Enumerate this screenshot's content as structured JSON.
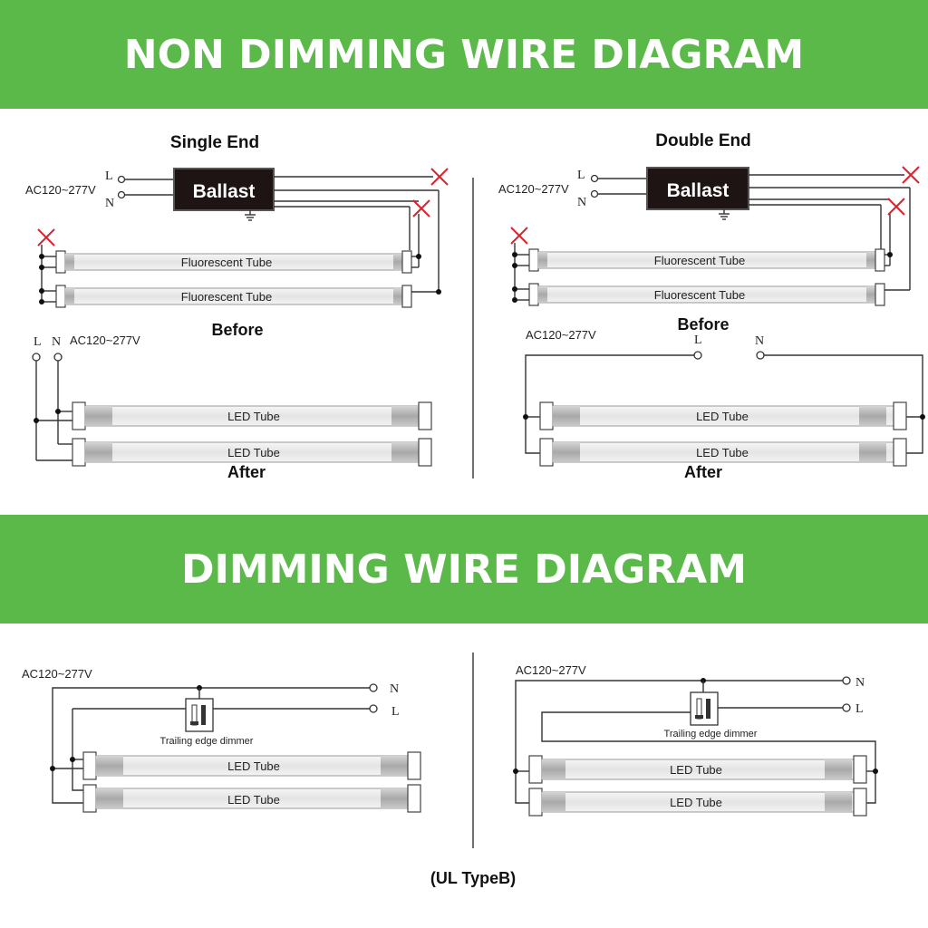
{
  "banners": {
    "non_dimming": "NON DIMMING WIRE DIAGRAM",
    "dimming": "DIMMING WIRE DIAGRAM"
  },
  "single_end": {
    "title": "Single End",
    "voltage": "AC120~277V",
    "line": "L",
    "neutral": "N",
    "ballast": "Ballast",
    "tube1": "Fluorescent Tube",
    "tube2": "Fluorescent Tube",
    "before": "Before",
    "after_line": "L",
    "after_neutral": "N",
    "after_voltage": "AC120~277V",
    "led1": "LED Tube",
    "led2": "LED Tube",
    "after": "After"
  },
  "double_end": {
    "title": "Double End",
    "voltage": "AC120~277V",
    "line": "L",
    "neutral": "N",
    "ballast": "Ballast",
    "tube1": "Fluorescent Tube",
    "tube2": "Fluorescent Tube",
    "before": "Before",
    "after_voltage": "AC120~277V",
    "after_line": "L",
    "after_neutral": "N",
    "led1": "LED Tube",
    "led2": "LED Tube",
    "after": "After"
  },
  "dim_left": {
    "voltage": "AC120~277V",
    "neutral": "N",
    "line": "L",
    "dimmer": "Trailing edge dimmer",
    "led1": "LED Tube",
    "led2": "LED Tube"
  },
  "dim_right": {
    "voltage": "AC120~277V",
    "neutral": "N",
    "line": "L",
    "dimmer": "Trailing edge dimmer",
    "led1": "LED Tube",
    "led2": "LED Tube"
  },
  "footer": "(UL TypeB)",
  "colors": {
    "banner": "#5bb94a",
    "cross": "#d9232e",
    "ballast": "#1e1414"
  }
}
